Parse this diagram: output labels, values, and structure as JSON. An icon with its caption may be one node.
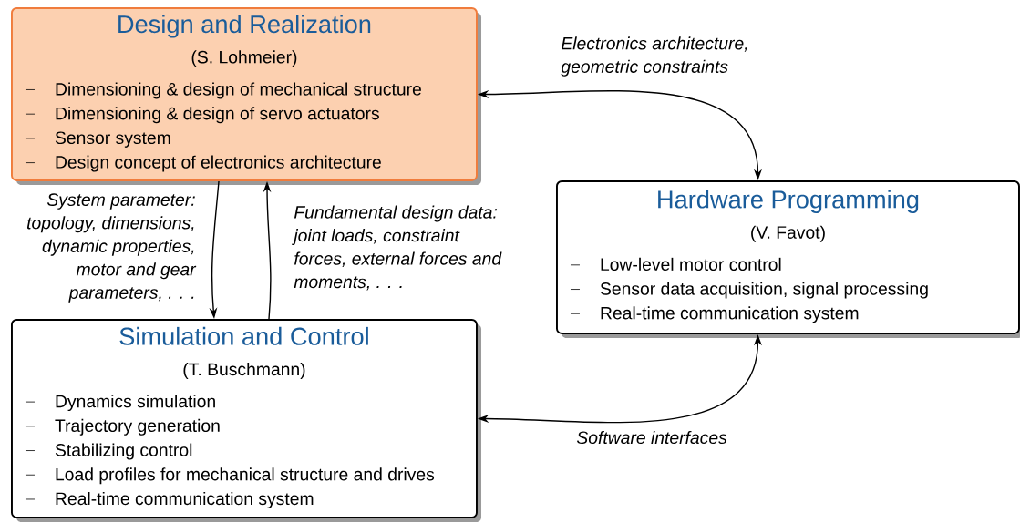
{
  "diagram": {
    "nodes": [
      {
        "text": [
          "Design and Realization",
          "(S. Lohmeier)",
          "Dimensioning & design of mechanical structure",
          "Dimensioning & design of servo actuators",
          "Sensor system",
          "Design concept of electronics architecture"
        ]
      },
      {
        "text": [
          "Hardware Programming",
          "(V. Favot)",
          "Low-level motor control",
          "Sensor data acquisition, signal processing",
          "Real-time communication system"
        ]
      },
      {
        "text": [
          "Simulation and Control",
          "(T. Buschmann)",
          "Dynamics simulation",
          "Trajectory generation",
          "Stabilizing control",
          "Load profiles for mechanical structure and drives",
          "Real-time communication system"
        ]
      }
    ],
    "edges": [
      {
        "from": 0,
        "to": 1,
        "arrow": "both",
        "label": "Electronics architecture, geometric constraints"
      },
      {
        "from": 0,
        "to": 2,
        "arrow": "to",
        "label": "System parameter: topology, dimensions, dynamic properties, motor and gear parameters, . . ."
      },
      {
        "from": 2,
        "to": 0,
        "arrow": "to",
        "label": "Fundamental design data: joint loads, constraint forces, external forces and moments, . . ."
      },
      {
        "from": 2,
        "to": 1,
        "arrow": "both",
        "label": "Software interfaces"
      }
    ]
  }
}
